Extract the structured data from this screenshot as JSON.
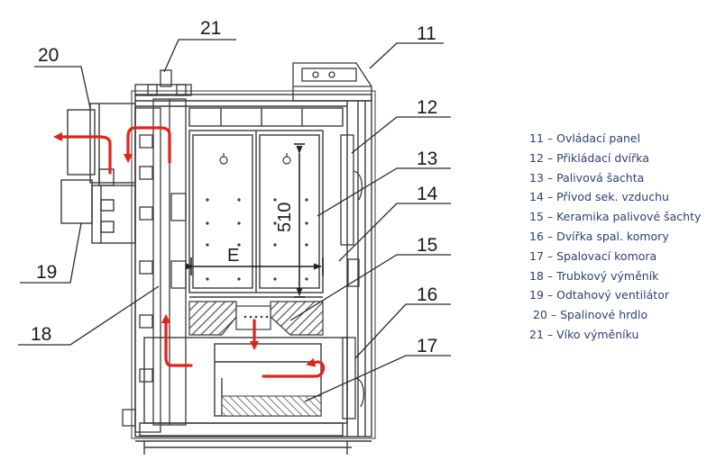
{
  "callouts": {
    "c11": "11",
    "c12": "12",
    "c13": "13",
    "c14": "14",
    "c15": "15",
    "c16": "16",
    "c17": "17",
    "c18": "18",
    "c19": "19",
    "c20": "20",
    "c21": "21"
  },
  "dimensions": {
    "height": "510",
    "width": "E"
  },
  "legend": [
    "11 – Ovládací panel",
    "12 – Přikládací dvířka",
    "13 – Palivová šachta",
    "14 – Přívod sek. vzduchu",
    "15 – Keramika palivové šachty",
    "16 – Dvířka spal. komory",
    "17 – Spalovací komora",
    "18 – Trubkový výměník",
    "19 – Odtahový ventilátor",
    "20 – Spalinové hrdlo",
    "21 – Víko výměníku"
  ],
  "colors": {
    "line": "#3a3a3a",
    "arrow": "#e2231a",
    "legend_text": "#2e3f74",
    "hatch": "#444444"
  }
}
